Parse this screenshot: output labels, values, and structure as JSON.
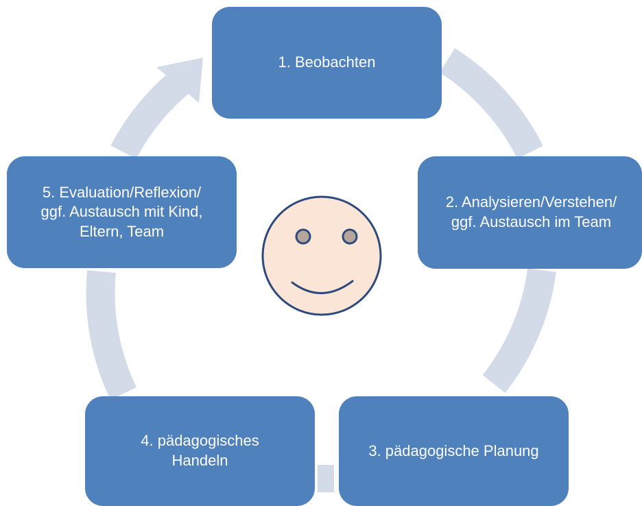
{
  "cycle": {
    "steps": [
      {
        "label": "1. Beobachten"
      },
      {
        "label": "2. Analysieren/Verstehen/\nggf. Austausch im Team"
      },
      {
        "label": "3. pädagogische Planung"
      },
      {
        "label": "4. pädagogisches\nHandeln"
      },
      {
        "label": "5. Evaluation/Reflexion/\nggf. Austausch mit Kind,\nEltern, Team"
      }
    ]
  },
  "colors": {
    "node_fill": "#4f81bd",
    "node_text": "#ffffff",
    "arrow_ring": "#d3dae8",
    "face_fill": "#fbe5d6",
    "face_outline": "#2e4a7d",
    "eye_fill": "#b5a59b"
  },
  "center_icon": "smiley-face-icon"
}
